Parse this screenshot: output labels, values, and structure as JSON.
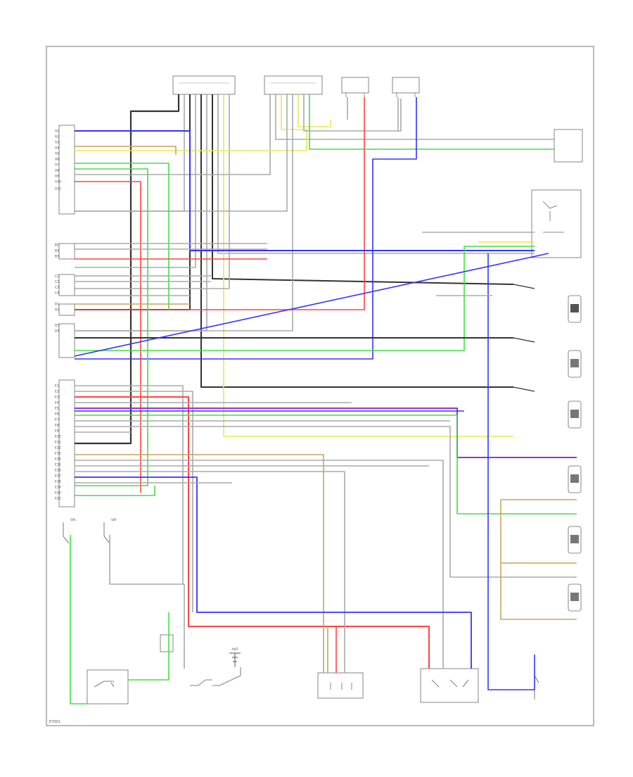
{
  "diagram": {
    "figure_code": "E7001",
    "colors": {
      "wire_black": "#333333",
      "wire_blue": "#3333ff",
      "wire_red": "#ff4444",
      "wire_green": "#44dd44",
      "wire_yellow": "#e8e855",
      "wire_tan": "#c9a35b",
      "wire_purple": "#9933cc",
      "wire_gray": "#aaaaaa"
    },
    "left_pin_groups": [
      {
        "pins": [
          "A1",
          "A2",
          "A3",
          "A4",
          "A5",
          "A6",
          "A7",
          "A8",
          "A9",
          "A10",
          "A11"
        ]
      },
      {
        "pins": [
          "B1",
          "B2",
          "B3"
        ]
      },
      {
        "pins": [
          "C1",
          "C2",
          "C3",
          "C4"
        ]
      },
      {
        "pins": [
          "D1",
          "D2",
          "D3",
          "D4"
        ]
      },
      {
        "pins": [
          "E1",
          "E2",
          "E3",
          "E4",
          "E5",
          "E6",
          "E7",
          "E8",
          "E9",
          "E10",
          "E11",
          "E12",
          "E13",
          "E14",
          "E15",
          "E16",
          "E17",
          "E18",
          "E19",
          "E20",
          "E21"
        ]
      }
    ],
    "switches": [
      {
        "label": "SW"
      },
      {
        "label": "SW"
      }
    ],
    "antenna": {
      "label": "ANT"
    }
  }
}
